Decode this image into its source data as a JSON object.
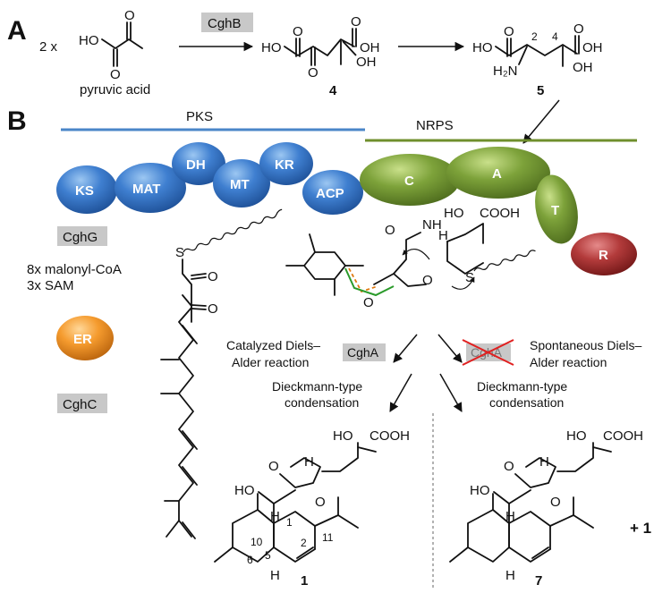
{
  "panels": {
    "a": "A",
    "b": "B"
  },
  "panel_a": {
    "multiplier": "2 x",
    "pyruvic_label": "pyruvic acid",
    "enzyme": "CghB",
    "compound4": "4",
    "compound5": "5",
    "atoms": {
      "ho": "HO",
      "o": "O",
      "oh": "OH",
      "h2n": "H₂N",
      "pos2": "2",
      "pos4": "4"
    }
  },
  "panel_b": {
    "pks_label": "PKS",
    "nrps_label": "NRPS",
    "domains": [
      "KS",
      "MAT",
      "DH",
      "MT",
      "KR",
      "ACP",
      "C",
      "A",
      "T",
      "R",
      "ER"
    ],
    "cghg": "CghG",
    "cghc": "CghC",
    "cgha": "CghA",
    "cgha_struck": "CghA",
    "substrates": [
      "8x malonyl-CoA",
      "3x SAM"
    ],
    "catalyzed": [
      "Catalyzed Diels–",
      "Alder reaction"
    ],
    "spontaneous": [
      "Spontaneous Diels–",
      "Alder reaction"
    ],
    "dieckmann_left": [
      "Dieckmann-type",
      "condensation"
    ],
    "dieckmann_right": [
      "Dieckmann-type",
      "condensation"
    ],
    "atoms": {
      "s": "S",
      "o": "O",
      "nh": "NH",
      "h": "H",
      "ho": "HO",
      "cooh": "COOH"
    },
    "compound1": "1",
    "compound7": "7",
    "plus1": "+ 1",
    "numbering": [
      "1",
      "2",
      "5",
      "6",
      "10",
      "11"
    ]
  },
  "colors": {
    "pks": "#4a86c8",
    "nrps": "#6f8f2c",
    "ring_orange": "#e07a10",
    "ring_green": "#2a9a2a",
    "cross": "#e02020"
  }
}
